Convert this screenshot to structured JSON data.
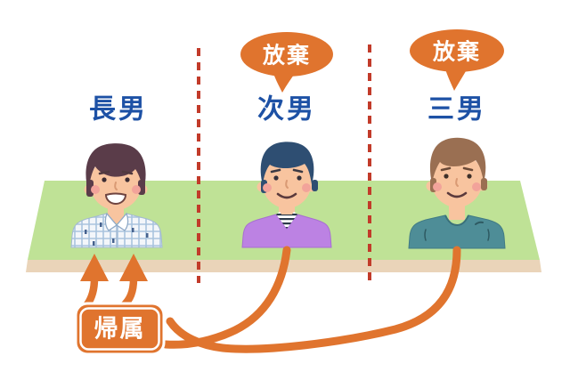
{
  "persons": [
    {
      "id": "eldest-son",
      "label": "長男"
    },
    {
      "id": "second-son",
      "label": "次男",
      "bubble": "放棄"
    },
    {
      "id": "third-son",
      "label": "三男",
      "bubble": "放棄"
    }
  ],
  "attribution": {
    "label": "帰属"
  },
  "colors": {
    "accent_orange": "#E0742E",
    "platform_green": "#BFE296",
    "platform_edge_tan": "#EAD4B9",
    "divider_red": "#C23B2A",
    "name_label_blue": "#1D51A5",
    "bubble_text_white": "#FFFFFF",
    "skin": "#F8C49F",
    "hair_eldest": "#5A3C49",
    "hair_second": "#2E4E72",
    "hair_third": "#9A6F52",
    "sweater_purple": "#BC82E3",
    "shirt_teal": "#4E8D97"
  }
}
